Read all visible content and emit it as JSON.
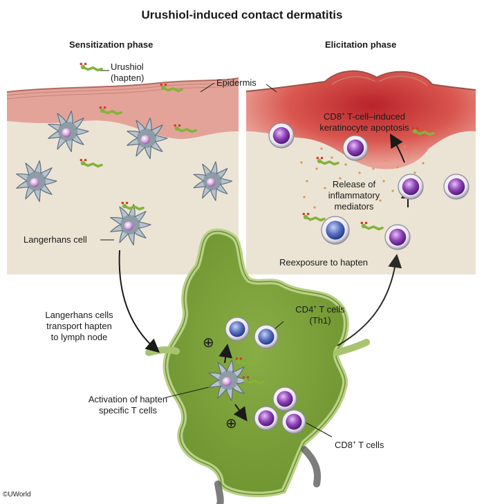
{
  "title": "Urushiol-induced contact dermatitis",
  "phases": {
    "sensitization": "Sensitization phase",
    "elicitation": "Elicitation phase"
  },
  "labels": {
    "urushiol_line1": "Urushiol",
    "urushiol_line2": "(hapten)",
    "epidermis": "Epidermis",
    "langerhans_cell": "Langerhans cell",
    "cd8_apoptosis_line1_pre": "CD8",
    "cd8_apoptosis_line1_sup": "+",
    "cd8_apoptosis_line1_post": " T-cell–induced",
    "cd8_apoptosis_line2": "keratinocyte apoptosis",
    "release_line1": "Release of",
    "release_line2": "inflammatory",
    "release_line3": "mediators",
    "reexposure": "Reexposure to hapten",
    "transport_line1": "Langerhans cells",
    "transport_line2": "transport hapten",
    "transport_line3": "to lymph node",
    "cd4_line1_pre": "CD4",
    "cd4_line1_sup": "+",
    "cd4_line1_post": " T cells",
    "cd4_line2": "(Th1)",
    "activation_line1": "Activation of  hapten",
    "activation_line2": "specific T cells",
    "cd8_cells_pre": "CD8",
    "cd8_cells_sup": "+",
    "cd8_cells_post": " T cells",
    "plus_symbol": "⊕",
    "copyright": "©UWorld"
  },
  "colors": {
    "skin_tissue": "#ebe4d4",
    "epidermis": "#e3a399",
    "inflamed": "#cf3f3b",
    "langerhans": "#b7c3cd",
    "cd4_cell": "#4d65b3",
    "cd8_cell": "#8a42b0",
    "lymph_node": "#9bbe5a",
    "hapten": "#84b33a"
  }
}
